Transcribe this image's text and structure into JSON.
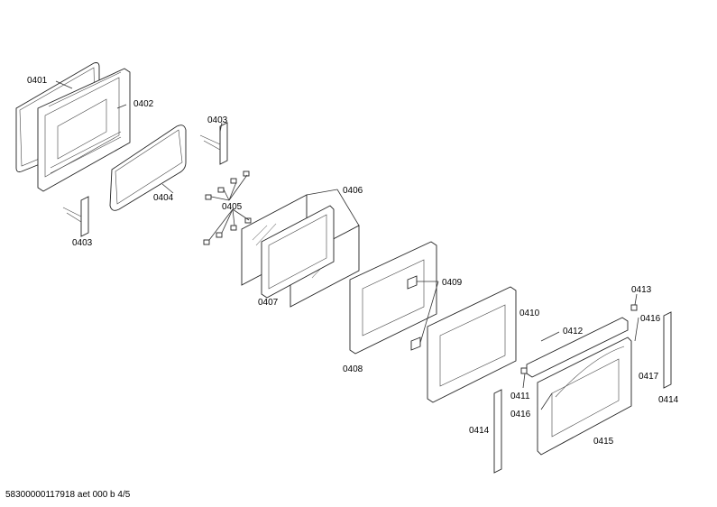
{
  "labels": {
    "p0401": "0401",
    "p0402": "0402",
    "p0403a": "0403",
    "p0403b": "0403",
    "p0404": "0404",
    "p0405": "0405",
    "p0406": "0406",
    "p0407": "0407",
    "p0408": "0408",
    "p0409": "0409",
    "p0410": "0410",
    "p0411": "0411",
    "p0412": "0412",
    "p0413": "0413",
    "p0414a": "0414",
    "p0414b": "0414",
    "p0415": "0415",
    "p0416a": "0416",
    "p0416b": "0416",
    "p0417": "0417"
  },
  "footer": "58300000117918 aet 000 b 4/5"
}
